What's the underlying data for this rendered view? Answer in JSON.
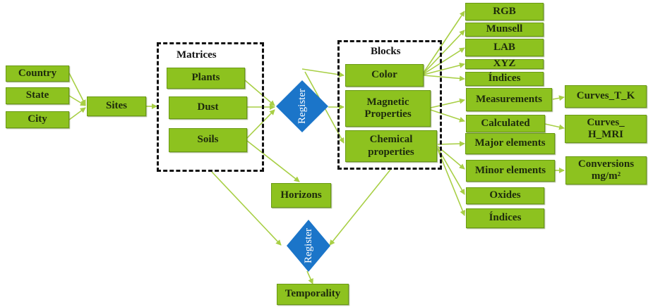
{
  "colors": {
    "node_fill": "#8dc21f",
    "node_text": "#1d2a0c",
    "register_fill": "#1b75c9",
    "connector": "#a8cf45",
    "group_border": "#111111"
  },
  "location": {
    "country": "Country",
    "state": "State",
    "city": "City",
    "sites": "Sites"
  },
  "matrices": {
    "title": "Matrices",
    "plants": "Plants",
    "dust": "Dust",
    "soils": "Soils",
    "horizons": "Horizons"
  },
  "register": {
    "main": "Register",
    "temporal": "Register"
  },
  "temporality": "Temporality",
  "blocks": {
    "title": "Blocks",
    "color": "Color",
    "magnetic_line1": "Magnetic",
    "magnetic_line2": "Properties",
    "chemical_line1": "Chemical",
    "chemical_line2": "properties"
  },
  "color_outputs": [
    "RGB",
    "Munsell",
    "LAB",
    "XYZ",
    "Índices"
  ],
  "magnetic_outputs": {
    "measurements": "Measurements",
    "curves_tk": "Curves_T_K",
    "calculated": "Calculated",
    "curves_hmri_line1": "Curves_",
    "curves_hmri_line2": "H_MRI"
  },
  "chemical_outputs": {
    "major": "Major elements",
    "minor": "Minor elements",
    "conversions_line1": "Conversions",
    "conversions_line2": "mg/m²",
    "oxides": "Oxides",
    "indices": "Índices"
  }
}
